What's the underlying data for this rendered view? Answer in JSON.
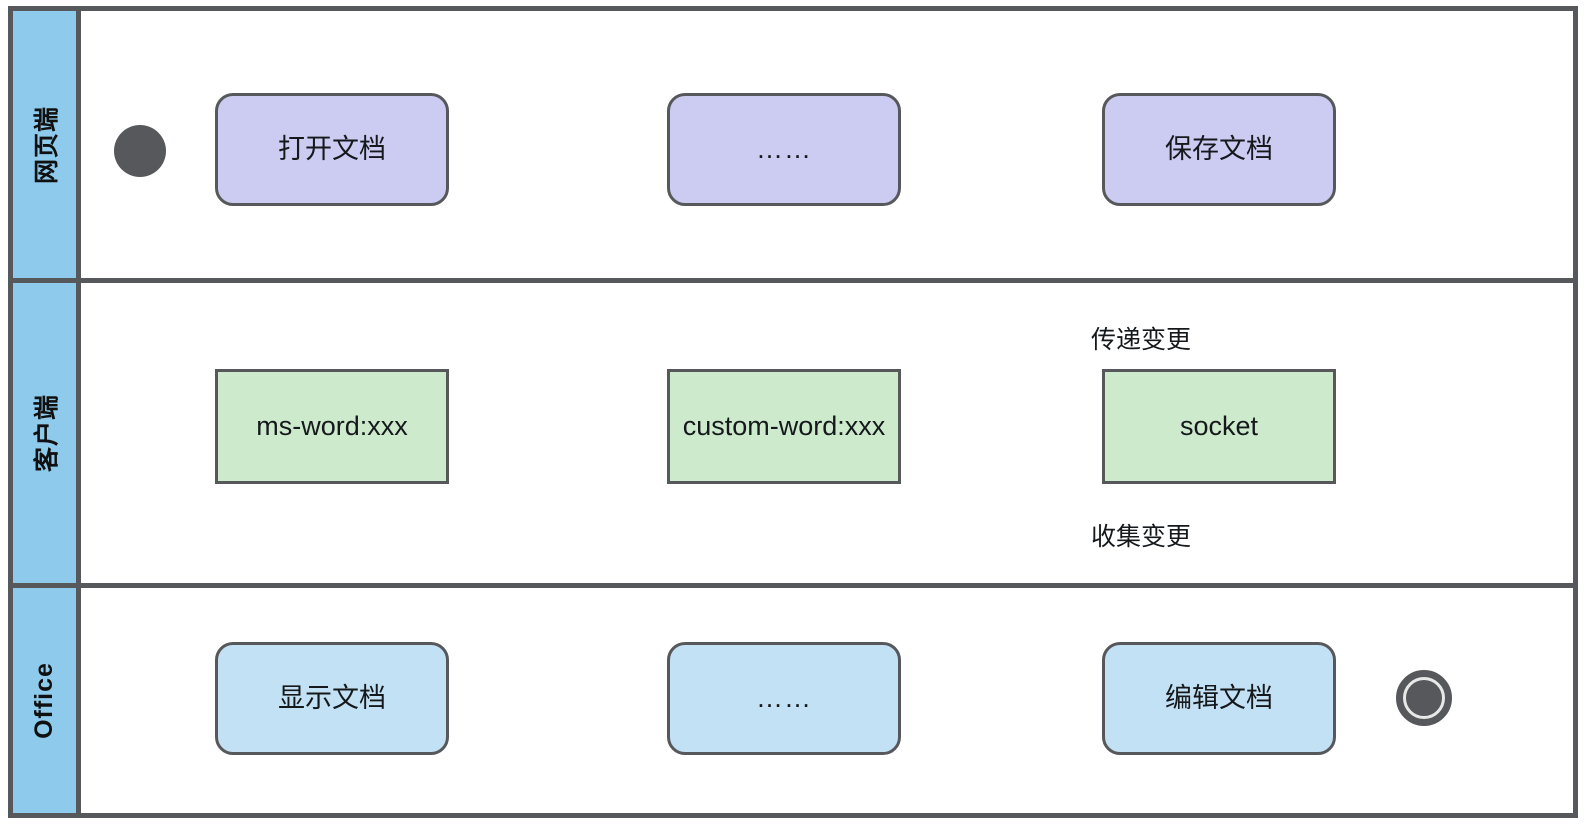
{
  "diagram": {
    "title": "Document collaboration swimlane activity diagram",
    "colors": {
      "lane_header": "#8ecaec",
      "border": "#56585b",
      "purple_node": "#ccccf2",
      "green_node": "#cdeacd",
      "blue_node": "#c3e1f4",
      "marker": "#56585b"
    }
  },
  "lanes": [
    {
      "id": "web",
      "label": "网页端"
    },
    {
      "id": "client",
      "label": "客户端"
    },
    {
      "id": "office",
      "label": "Office"
    }
  ],
  "nodes": [
    {
      "id": "open-doc",
      "lane": "web",
      "label": "打开文档",
      "shape": "rounded",
      "color": "purple"
    },
    {
      "id": "web-ellipsis",
      "lane": "web",
      "label": "……",
      "shape": "rounded",
      "color": "purple"
    },
    {
      "id": "save-doc",
      "lane": "web",
      "label": "保存文档",
      "shape": "rounded",
      "color": "purple"
    },
    {
      "id": "ms-word",
      "lane": "client",
      "label": "ms-word:xxx",
      "shape": "sharp",
      "color": "green"
    },
    {
      "id": "custom-word",
      "lane": "client",
      "label": "custom-word:xxx",
      "shape": "sharp",
      "color": "green"
    },
    {
      "id": "socket",
      "lane": "client",
      "label": "socket",
      "shape": "sharp",
      "color": "green"
    },
    {
      "id": "show-doc",
      "lane": "office",
      "label": "显示文档",
      "shape": "rounded",
      "color": "blue"
    },
    {
      "id": "office-ellipsis",
      "lane": "office",
      "label": "……",
      "shape": "rounded",
      "color": "blue"
    },
    {
      "id": "edit-doc",
      "lane": "office",
      "label": "编辑文档",
      "shape": "rounded",
      "color": "blue"
    }
  ],
  "markers": [
    {
      "id": "start-node",
      "type": "initial-node",
      "label": ""
    },
    {
      "id": "end-node",
      "type": "final-node",
      "label": ""
    }
  ],
  "edges": [
    {
      "id": "start-to-open",
      "from": "start-node",
      "to": "open-doc",
      "label": ""
    },
    {
      "id": "open-to-msword",
      "from": "open-doc",
      "to": "ms-word",
      "label": ""
    },
    {
      "id": "msword-to-show",
      "from": "ms-word",
      "to": "show-doc",
      "label": ""
    },
    {
      "id": "webellipsis-to-custom",
      "from": "web-ellipsis",
      "to": "custom-word",
      "label": ""
    },
    {
      "id": "custom-to-ellipsis",
      "from": "custom-word",
      "to": "office-ellipsis",
      "label": ""
    },
    {
      "id": "socket-to-save",
      "from": "socket",
      "to": "save-doc",
      "label": "传递变更"
    },
    {
      "id": "edit-to-socket",
      "from": "edit-doc",
      "to": "socket",
      "label": "收集变更"
    },
    {
      "id": "end-to-edit",
      "from": "end-node",
      "to": "edit-doc",
      "label": ""
    }
  ]
}
